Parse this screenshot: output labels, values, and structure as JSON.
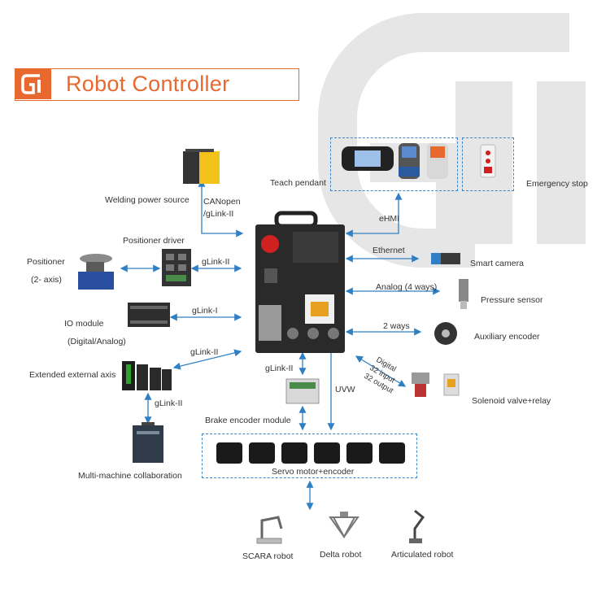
{
  "header": {
    "title": "Robot Controller"
  },
  "labels": {
    "welding": "Welding power source",
    "canopen_1": "CANopen",
    "canopen_2": "/gLink-II",
    "positioner_driver": "Positioner driver",
    "positioner_1": "Positioner",
    "positioner_2": "(2- axis)",
    "glink_ii_pos": "gLink-II",
    "io_1": "IO module",
    "io_2": "(Digital/Analog)",
    "glink_i": "gLink-I",
    "glink_ii_ext": "gLink-II",
    "ext_axis": "Extended external axis",
    "glink_ii_multi": "gLink-II",
    "multi": "Multi-machine collaboration",
    "teach": "Teach pendant",
    "estop": "Emergency stop",
    "ehmi": "eHMI",
    "ethernet": "Ethernet",
    "smart_camera": "Smart camera",
    "analog": "Analog (4 ways)",
    "pressure": "Pressure sensor",
    "two_ways": "2 ways",
    "aux_encoder": "Auxiliary encoder",
    "digital": "Digital",
    "input32": "32 input",
    "output32": "32 output",
    "solenoid": "Solenoid valve+relay",
    "glink_ii_brake": "gLink-II",
    "uvw": "UVW",
    "brake_module": "Brake encoder module",
    "servo": "Servo motor+encoder",
    "scara": "SCARA robot",
    "delta": "Delta robot",
    "articulated": "Articulated robot"
  },
  "colors": {
    "accent": "#e8692e",
    "link": "#2f7fc4",
    "dash": "#3a86c8"
  }
}
